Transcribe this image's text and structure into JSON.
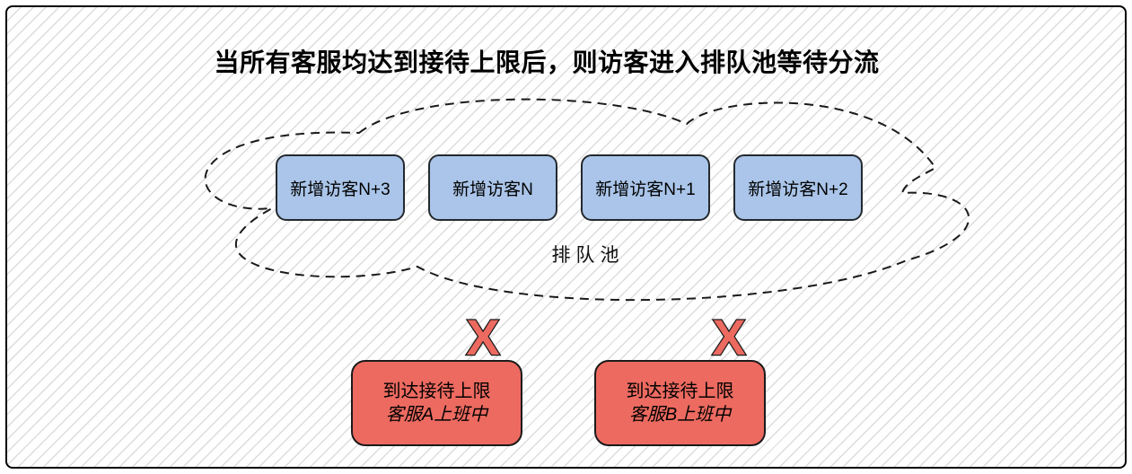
{
  "title": "当所有客服均达到接待上限后，则访客进入排队池等待分流",
  "pool": {
    "label": "排队池",
    "visitors": [
      {
        "label": "新增访客N+3"
      },
      {
        "label": "新增访客N"
      },
      {
        "label": "新增访客N+1"
      },
      {
        "label": "新增访客N+2"
      }
    ]
  },
  "agents": [
    {
      "mark": "X",
      "status": "到达接待上限",
      "name": "客服A上班中"
    },
    {
      "mark": "X",
      "status": "到达接待上限",
      "name": "客服B上班中"
    }
  ],
  "colors": {
    "visitor_box_fill": "#aac5e9",
    "agent_box_fill": "#ec6a60",
    "outline": "#1a1a1a",
    "hatch_line": "#dcdcdc"
  }
}
